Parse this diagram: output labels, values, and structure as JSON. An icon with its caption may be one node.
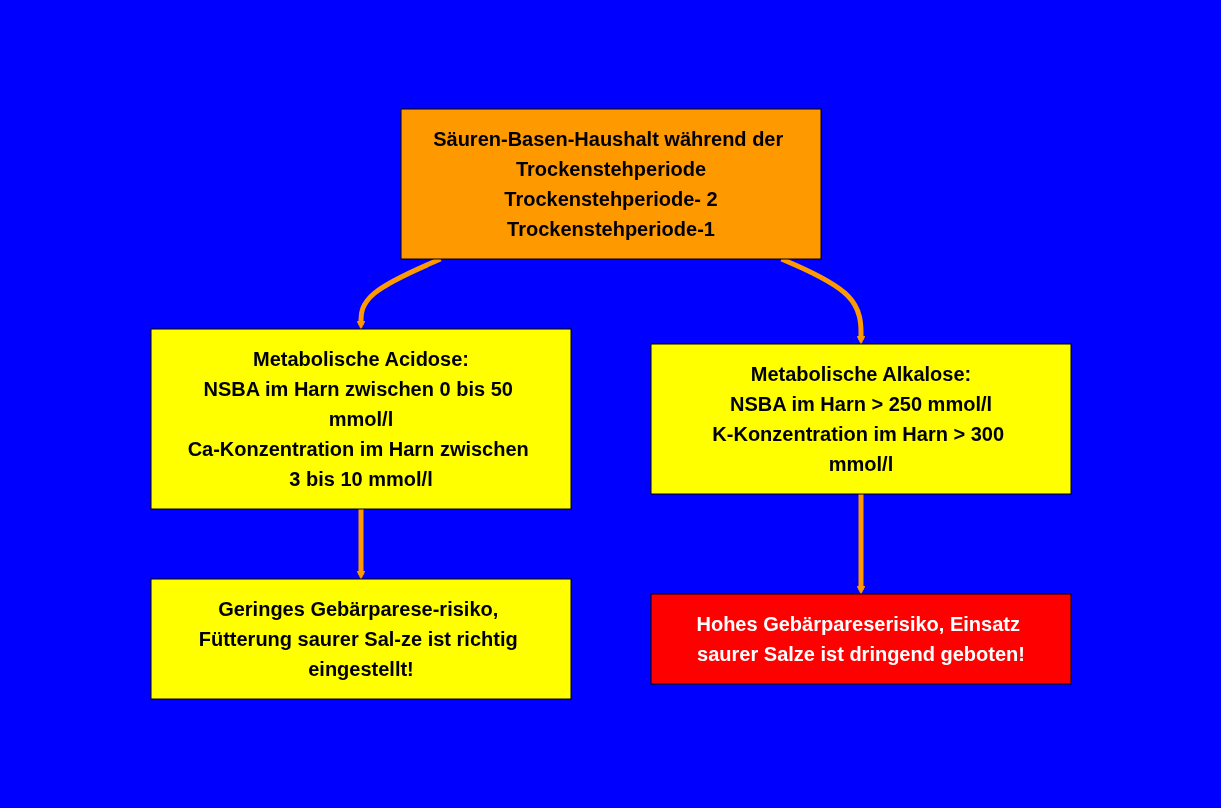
{
  "diagram": {
    "nodes": [
      {
        "text": [
          "Säuren-Basen-Haushalt während der Trockenstehperiode",
          "Trockenstehperiode- 2",
          "Trockenstehperiode-1"
        ]
      },
      {
        "text": [
          "Metabolische Acidose:",
          "NSBA im Harn zwischen 0 bis 50 mmol/l",
          "Ca-Konzentration im Harn zwischen 3 bis 10 mmol/l"
        ]
      },
      {
        "text": [
          "Metabolische Alkalose:",
          "NSBA im Harn > 250 mmol/l",
          "K-Konzentration im Harn > 300 mmol/l"
        ]
      },
      {
        "text": [
          "Geringes Gebärparese-risiko, Fütterung saurer Sal-ze ist richtig eingestellt!"
        ]
      },
      {
        "text": [
          "Hohes Gebärpareserisiko, Einsatz saurer Salze ist dringend geboten!"
        ]
      }
    ],
    "edges": [
      {
        "from": 0,
        "to": 1,
        "arrow": "to"
      },
      {
        "from": 0,
        "to": 2,
        "arrow": "to"
      },
      {
        "from": 1,
        "to": 3,
        "arrow": "to"
      },
      {
        "from": 2,
        "to": 4,
        "arrow": "to"
      }
    ]
  }
}
